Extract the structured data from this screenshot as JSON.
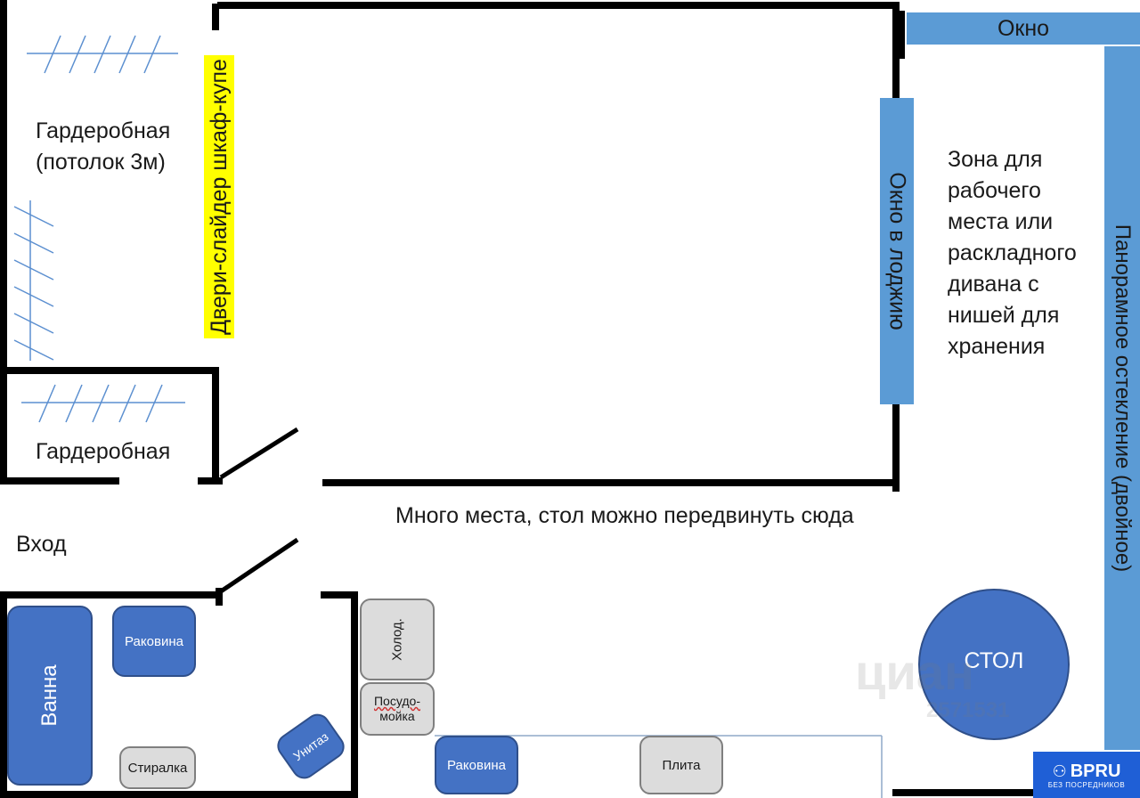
{
  "labels": {
    "wardrobe_big": "Гардеробная",
    "ceiling_note": "(потолок 3м)",
    "wardrobe_small": "Гардеробная",
    "sliding_doors": "Двери-слайдер шкаф-купе",
    "entrance": "Вход",
    "loggia_window": "Окно в лоджию",
    "window_top": "Окно",
    "panoramic": "Панорамное остекление (двойное)",
    "work_zone": [
      "Зона для",
      "рабочего",
      "места или",
      "раскладного",
      "дивана с",
      "нишей для",
      "хранения"
    ],
    "room_note": "Много места, стол можно передвинуть сюда"
  },
  "fixtures": {
    "bath": "Ванна",
    "bath_sink": "Раковина",
    "washer": "Стиралка",
    "toilet": "Унитаз",
    "fridge": "Холод.",
    "dishwasher": [
      "Посудо-",
      "мойка"
    ],
    "kitchen_sink": "Раковина",
    "stove": "Плита",
    "table": "СТОЛ"
  },
  "watermark": "циан",
  "watermark_id": "2571531",
  "badge": {
    "brand": "BPRU",
    "tagline": "БЕЗ ПОСРЕДНИКОВ"
  },
  "colors": {
    "wall": "#000000",
    "fixture_blue": "#4472c4",
    "fixture_grey": "#dcdcdc",
    "window_blue": "#5b9bd5",
    "highlight": "#ffff00",
    "badge_blue": "#1f5fd6"
  }
}
